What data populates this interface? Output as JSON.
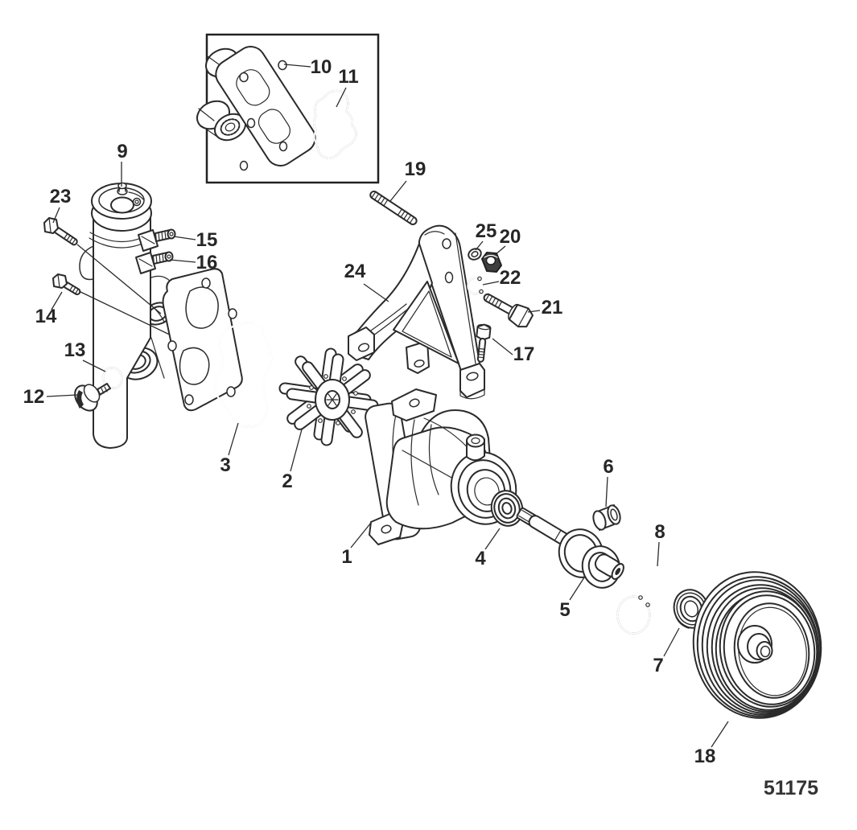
{
  "diagram": {
    "type": "exploded-parts-diagram",
    "drawing_number": "51175",
    "colors": {
      "background": "#ffffff",
      "line": "#2b2b2b",
      "label": "#262626"
    },
    "callouts": [
      "1",
      "2",
      "3",
      "4",
      "5",
      "6",
      "7",
      "8",
      "9",
      "10",
      "11",
      "12",
      "13",
      "14",
      "15",
      "16",
      "17",
      "18",
      "19",
      "20",
      "21",
      "22",
      "23",
      "24",
      "25"
    ]
  }
}
